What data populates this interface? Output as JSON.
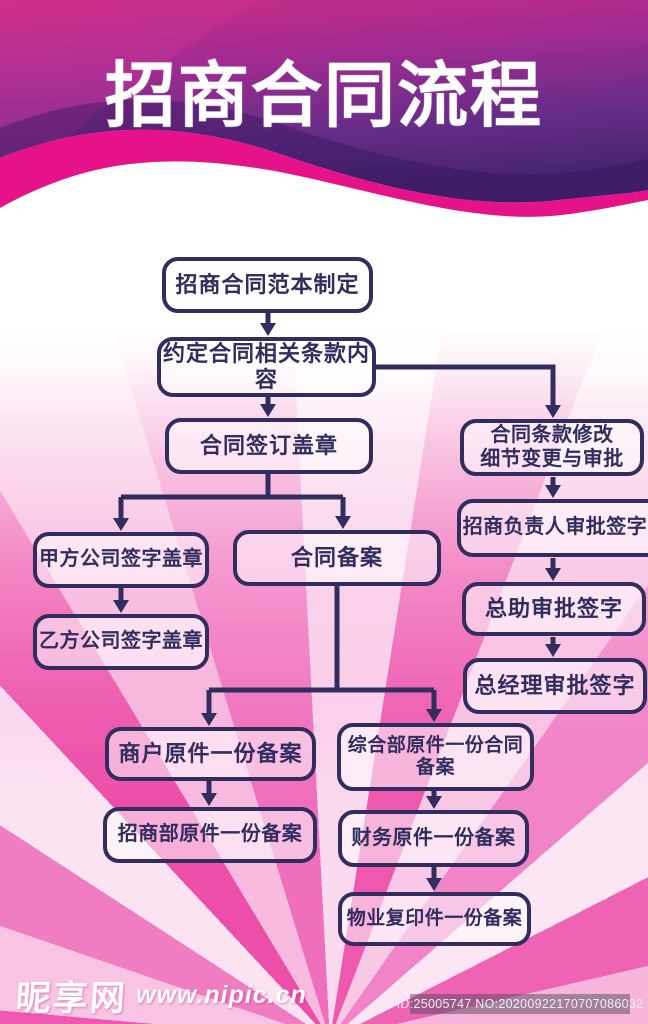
{
  "poster": {
    "title": "招商合同流程",
    "colors": {
      "line": "#312d5f",
      "magenta_wave": "#e6128a",
      "header_top": "#c62e8e",
      "header_bottom": "#5c2b84",
      "deep_pink": "#ee58ae"
    },
    "flow": {
      "nodes": {
        "template": {
          "label": "招商合同范本制定"
        },
        "terms": {
          "label": "约定合同相关条款内容"
        },
        "sign": {
          "label": "合同签订盖章"
        },
        "party_a": {
          "label": "甲方公司签字盖章"
        },
        "party_b": {
          "label": "乙方公司签字盖章"
        },
        "filing": {
          "label": "合同备案"
        },
        "modify": {
          "line1": "合同条款修改",
          "line2": "细节变更与审批"
        },
        "leader": {
          "label": "招商负责人审批签字"
        },
        "assistant": {
          "label": "总助审批签字"
        },
        "gm": {
          "label": "总经理审批签字"
        },
        "merchant": {
          "label": "商户原件一份备案"
        },
        "invest_dept": {
          "label": "招商部原件一份备案"
        },
        "general_dept": {
          "line1": "综合部原件一份合同",
          "line2": "备案"
        },
        "finance": {
          "label": "财务原件一份备案"
        },
        "property": {
          "label": "物业复印件一份备案"
        }
      }
    },
    "footer": {
      "site_name": "昵享网",
      "site_url": "www.nipic.cn",
      "id_text": "ID:25005747 NO:20200922170707086032"
    }
  }
}
